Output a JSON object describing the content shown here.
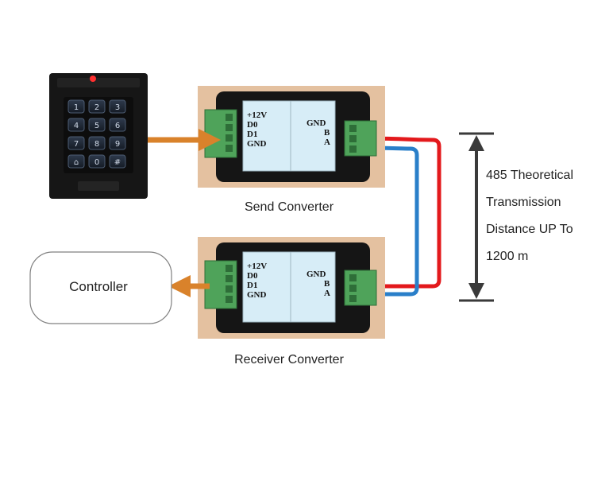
{
  "keypad": {
    "keys": [
      "1",
      "2",
      "3",
      "4",
      "5",
      "6",
      "7",
      "8",
      "9",
      "⌂",
      "0",
      "#"
    ]
  },
  "send_converter": {
    "caption": "Send Converter",
    "left_terminals": [
      "+12V",
      "D0",
      "D1",
      "GND"
    ],
    "right_terminals": [
      "GND",
      "B",
      "A"
    ]
  },
  "receiver_converter": {
    "caption": "Receiver Converter",
    "left_terminals": [
      "+12V",
      "D0",
      "D1",
      "GND"
    ],
    "right_terminals": [
      "GND",
      "B",
      "A"
    ]
  },
  "controller": {
    "label": "Controller"
  },
  "distance_note": {
    "lines": [
      "485 Theoretical",
      "Transmission",
      "Distance UP To",
      "1200 m"
    ]
  },
  "colors": {
    "arrow": "#d9822b",
    "wire_a": "#e3191c",
    "wire_b": "#2a7fc9",
    "terminal": "#4fa35a",
    "case": "#151515",
    "board": "#d7edf7",
    "wood": "#e4c1a0"
  }
}
